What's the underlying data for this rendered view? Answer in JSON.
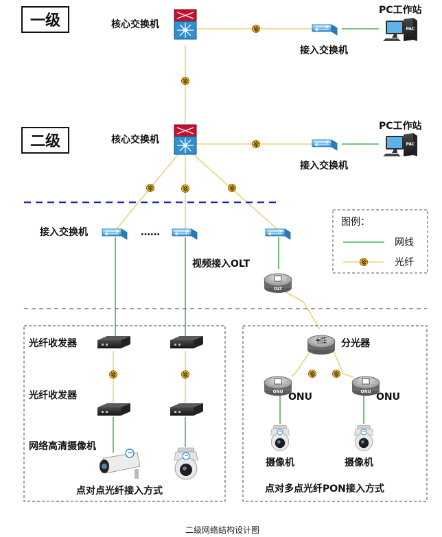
{
  "level_labels": {
    "level1": "一级",
    "level2": "二级"
  },
  "nodes": {
    "core_switch_1": "核心交换机",
    "core_switch_2": "核心交换机",
    "access_switch_top1": "接入交换机",
    "access_switch_top2": "接入交换机",
    "access_switch_left": "接入交换机",
    "pc_station_1": "PC工作站",
    "pc_station_2": "PC工作站",
    "ellipsis": "……",
    "video_olt": "视频接入OLT",
    "fiber_transceiver_1": "光纤收发器",
    "fiber_transceiver_2": "光纤收发器",
    "hd_camera": "网络高清摄像机",
    "splitter": "分光器",
    "onu_left": "ONU",
    "onu_right": "ONU",
    "camera_left": "摄像机",
    "camera_right": "摄像机"
  },
  "device_marks": {
    "olt": "OLT",
    "onu": "ONU",
    "pc": "PAC"
  },
  "legend": {
    "title": "图例：",
    "network_cable": "网线",
    "fiber": "光纤"
  },
  "regions": {
    "left_box_caption": "点对点光纤接入方式",
    "right_box_caption": "点对多点光纤PON接入方式"
  },
  "caption": "二级网络结构设计图",
  "colors": {
    "network_cable": "#4caf50",
    "fiber": "#e9d479",
    "divider": "#1a2ea8",
    "switch": "#4aa3d8",
    "core_top": "#c8102e"
  }
}
